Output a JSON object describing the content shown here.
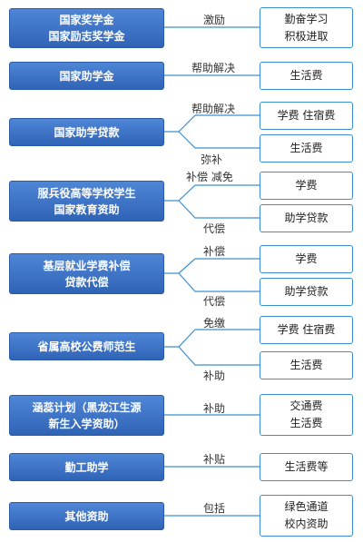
{
  "rows": [
    {
      "left": [
        "国家奖学金",
        "国家励志奖学金"
      ],
      "labels": [
        "激励"
      ],
      "targets": [
        [
          "勤奋学习",
          "积极进取"
        ]
      ]
    },
    {
      "left": [
        "国家助学金"
      ],
      "labels": [
        "帮助解决"
      ],
      "targets": [
        [
          "生活费"
        ]
      ]
    },
    {
      "left": [
        "国家助学贷款"
      ],
      "labels": [
        "帮助解决",
        "弥补"
      ],
      "targets": [
        [
          "学费  住宿费"
        ],
        [
          "生活费"
        ]
      ]
    },
    {
      "left": [
        "服兵役高等学校学生",
        "国家教育资助"
      ],
      "labels": [
        "补偿  减免",
        "代偿"
      ],
      "targets": [
        [
          "学费"
        ],
        [
          "助学贷款"
        ]
      ]
    },
    {
      "left": [
        "基层就业学费补偿",
        "贷款代偿"
      ],
      "labels": [
        "补偿",
        "代偿"
      ],
      "targets": [
        [
          "学费"
        ],
        [
          "助学贷款"
        ]
      ]
    },
    {
      "left": [
        "省属高校公费师范生"
      ],
      "labels": [
        "免缴",
        "补助"
      ],
      "targets": [
        [
          "学费  住宿费"
        ],
        [
          "生活费"
        ]
      ]
    },
    {
      "left": [
        "涵蕊计划（黑龙江生源",
        "新生入学资助）"
      ],
      "labels": [
        "补助"
      ],
      "targets": [
        [
          "交通费",
          "生活费"
        ]
      ]
    },
    {
      "left": [
        "勤工助学"
      ],
      "labels": [
        "补贴"
      ],
      "targets": [
        [
          "生活费等"
        ]
      ]
    },
    {
      "left": [
        "其他资助"
      ],
      "labels": [
        "包括"
      ],
      "targets": [
        [
          "绿色通道",
          "校内资助"
        ]
      ]
    }
  ]
}
